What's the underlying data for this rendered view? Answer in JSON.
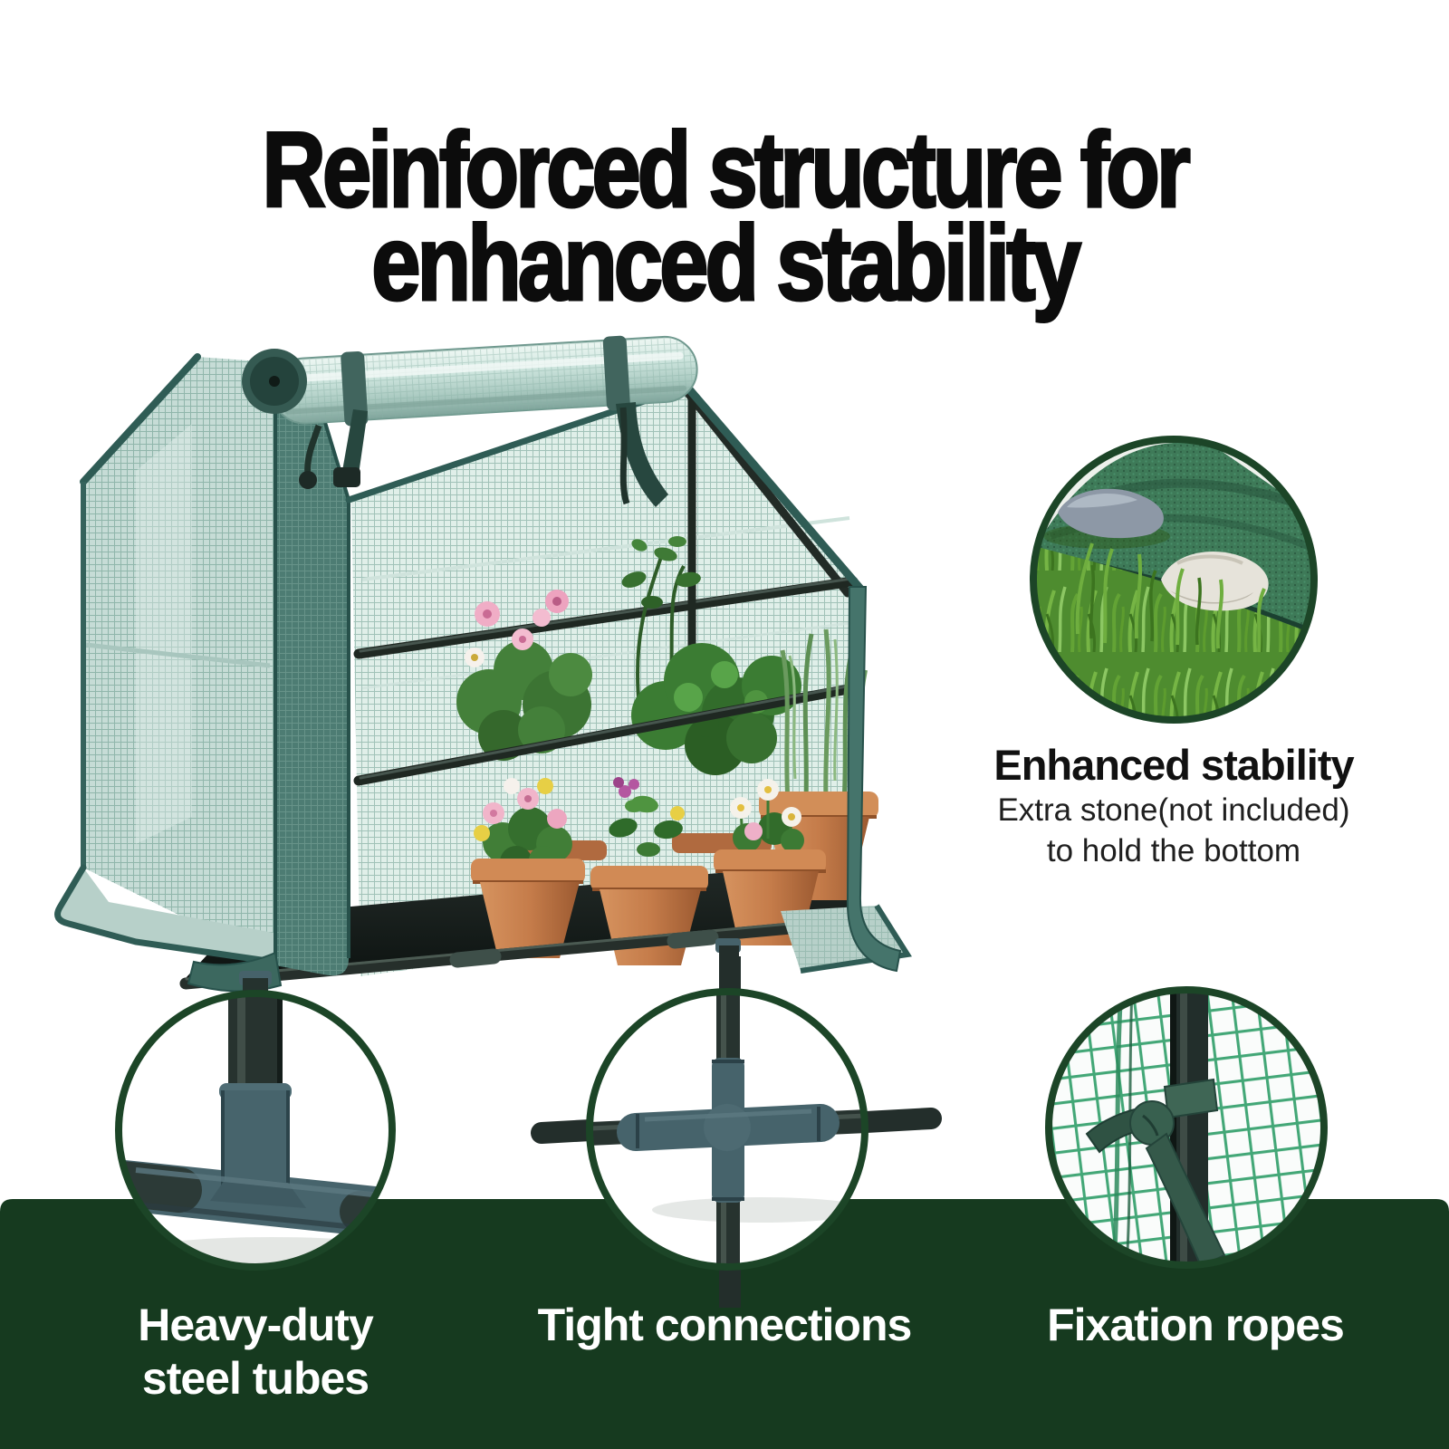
{
  "title": {
    "line1": "Reinforced structure for",
    "line2": "enhanced stability"
  },
  "hero_image": "mini-greenhouse-with-potted-flowers-and-herbs",
  "stability_feature": {
    "heading": "Enhanced stability",
    "detail_line1": "Extra stone(not included)",
    "detail_line2": "to hold the bottom",
    "image": "stones-on-grass-holding-cover-bottom"
  },
  "bottom_features": [
    {
      "line1": "Heavy-duty",
      "line2": "steel tubes",
      "image": "t-joint-steel-tube-connector"
    },
    {
      "line1": "Tight connections",
      "line2": "",
      "image": "cross-joint-tube-connector"
    },
    {
      "line1": "Fixation ropes",
      "line2": "",
      "image": "rope-tied-mesh-to-frame"
    }
  ],
  "colors": {
    "background": "#ffffff",
    "band_green": "#163a1f",
    "circle_ring_green": "#1c4527",
    "title_text": "#0c0c0c",
    "band_text": "#ffffff",
    "mesh_cover": "#c6dcd6",
    "trim_teal": "#2f5c55",
    "frame_black": "#1f2822",
    "connector_teal": "#46636b",
    "terracotta_pot": "#c57c4a",
    "foliage_green": "#3b7c33",
    "grass_green": "#4e8c2f"
  }
}
